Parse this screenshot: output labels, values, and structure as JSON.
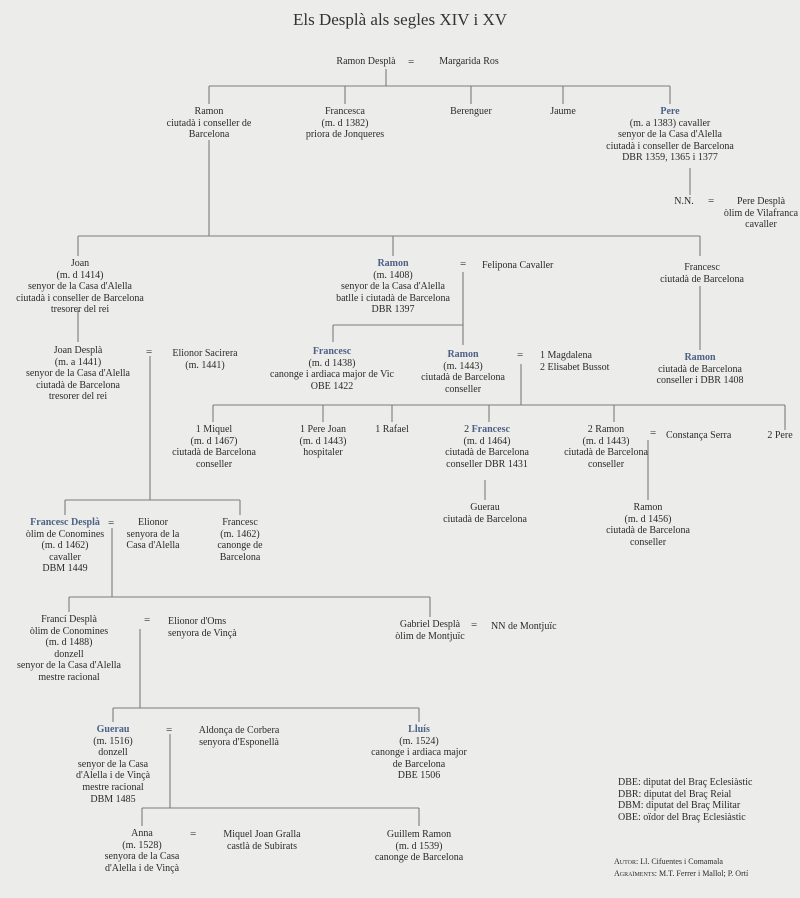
{
  "title": "Els Desplà als segles XIV i XV",
  "people": {
    "ramon_sr": {
      "name": "Ramon Desplà",
      "lines": []
    },
    "margarida": {
      "name": "Margarida Ros",
      "lines": []
    },
    "ramon_c": {
      "name": "Ramon",
      "lines": [
        "ciutadà i conseller de",
        "Barcelona"
      ]
    },
    "francesca": {
      "name": "Francesca",
      "lines": [
        "(m. d 1382)",
        "priora de Jonqueres"
      ]
    },
    "berenguer": {
      "name": "Berenguer",
      "lines": []
    },
    "jaume": {
      "name": "Jaume",
      "lines": []
    },
    "pere": {
      "name": "Pere",
      "lines": [
        "(m. a 1383) cavaller",
        "senyor de la Casa d'Alella",
        "ciutadà i conseller de Barcelona",
        "DBR 1359, 1365 i 1377"
      ]
    },
    "nn_pere": {
      "name": "N.N.",
      "lines": []
    },
    "pere_d": {
      "name": "Pere Desplà",
      "lines": [
        "òlim de Vilafranca",
        "cavaller"
      ]
    },
    "joan": {
      "name": "Joan",
      "lines": [
        "(m. d 1414)",
        "senyor de la Casa d'Alella",
        "ciutadà i conseller de Barcelona",
        "tresorer del rei"
      ]
    },
    "ramon_1408": {
      "name": "Ramon",
      "lines": [
        "(m. 1408)",
        "senyor de la Casa d'Alella",
        "batlle i ciutadà de Barcelona",
        "DBR 1397"
      ]
    },
    "felipona": {
      "name": "Felipona Cavaller",
      "lines": []
    },
    "francesc_c": {
      "name": "Francesc",
      "lines": [
        "ciutadà de Barcelona"
      ]
    },
    "joan_d": {
      "name": "Joan Desplà",
      "lines": [
        "(m. a 1441)",
        "senyor de la Casa d'Alella",
        "ciutadà de Barcelona",
        "tresorer del rei"
      ]
    },
    "elionor_s": {
      "name": "Elionor Sacirera",
      "lines": [
        "(m. 1441)"
      ]
    },
    "francesc_1438": {
      "name": "Francesc",
      "lines": [
        "(m. d 1438)",
        "canonge i ardiaca major de Vic",
        "OBE 1422"
      ]
    },
    "ramon_1443": {
      "name": "Ramon",
      "lines": [
        "(m. 1443)",
        "ciutadà de Barcelona",
        "conseller"
      ]
    },
    "wives_ramon": {
      "name": "",
      "lines": [
        "1 Magdalena",
        "2 Elisabet Bussot"
      ]
    },
    "ramon_dbr": {
      "name": "Ramon",
      "lines": [
        "ciutadà de Barcelona",
        "conseller i DBR 1408"
      ]
    },
    "miquel": {
      "name": "1 Miquel",
      "lines": [
        "(m. d 1467)",
        "ciutadà de Barcelona",
        "conseller"
      ]
    },
    "pere_joan": {
      "name": "1 Pere Joan",
      "lines": [
        "(m. d 1443)",
        "hospitaler"
      ]
    },
    "rafael": {
      "name": "1 Rafael",
      "lines": []
    },
    "francesc_1464": {
      "name": "Francesc",
      "prefix": "2 ",
      "lines": [
        "(m. d 1464)",
        "ciutadà de Barcelona",
        "conseller DBR 1431"
      ]
    },
    "ramon_2": {
      "name": "2 Ramon",
      "lines": [
        "(m. d 1443)",
        "ciutadà de Barcelona",
        "conseller"
      ]
    },
    "constanca": {
      "name": "Constança Serra",
      "lines": []
    },
    "pere_2": {
      "name": "2 Pere",
      "lines": []
    },
    "guerau_c": {
      "name": "Guerau",
      "lines": [
        "ciutadà de Barcelona"
      ]
    },
    "ramon_1456": {
      "name": "Ramon",
      "lines": [
        "(m. d 1456)",
        "ciutadà de Barcelona",
        "conseller"
      ]
    },
    "francesc_d": {
      "name": "Francesc Desplà",
      "lines": [
        "òlim de Conomines",
        "(m. d 1462)",
        "cavaller",
        "DBM 1449"
      ]
    },
    "elionor_a": {
      "name": "Elionor",
      "lines": [
        "senyora de la",
        "Casa d'Alella"
      ]
    },
    "francesc_1462": {
      "name": "Francesc",
      "lines": [
        "(m. 1462)",
        "canonge de",
        "Barcelona"
      ]
    },
    "franci": {
      "name": "Francí Desplà",
      "lines": [
        "òlim de Conomines",
        "(m. d 1488)",
        "donzell",
        "senyor de la Casa d'Alella",
        "mestre racional"
      ]
    },
    "elionor_o": {
      "name": "Elionor d'Oms",
      "lines": [
        "senyora de Vinçà"
      ]
    },
    "gabriel": {
      "name": "Gabriel Desplà",
      "lines": [
        "òlim de Montjuïc"
      ]
    },
    "nn_montjuic": {
      "name": "NN de Montjuïc",
      "lines": []
    },
    "guerau": {
      "name": "Guerau",
      "lines": [
        "(m. 1516)",
        "donzell",
        "senyor de la Casa",
        "d'Alella i de Vinçà",
        "mestre racional",
        "DBM 1485"
      ]
    },
    "aldonca": {
      "name": "Aldonça de Corbera",
      "lines": [
        "senyora d'Esponellà"
      ]
    },
    "lluis": {
      "name": "Lluís",
      "lines": [
        "(m. 1524)",
        "canonge i ardiaca major",
        "de Barcelona",
        "DBE 1506"
      ]
    },
    "anna": {
      "name": "Anna",
      "lines": [
        "(m. 1528)",
        "senyora de la Casa",
        "d'Alella i de Vinçà"
      ]
    },
    "miquel_joan": {
      "name": "Miquel Joan Gralla",
      "lines": [
        "castlà de Subirats"
      ]
    },
    "guillem": {
      "name": "Guillem Ramon",
      "lines": [
        "(m. d 1539)",
        "canonge de Barcelona"
      ]
    }
  },
  "marriage_symbol": "=",
  "legend": [
    "DBE: diputat del Braç Eclesiàstic",
    "DBR: diputat del Braç Reial",
    "DBM: diputat del Braç Militar",
    "OBE: oïdor del Braç Eclesiàstic"
  ],
  "credits": {
    "author_label": "Autor:",
    "author": "Ll. Cifuentes i Comamala",
    "thanks_label": "Agraïments:",
    "thanks": "M.T. Ferrer i Mallol; P. Ortí"
  },
  "bold_names": [
    "pere",
    "ramon_1408",
    "francesc_1438",
    "ramon_1443",
    "ramon_dbr",
    "francesc_1464",
    "francesc_d",
    "guerau",
    "lluis"
  ]
}
